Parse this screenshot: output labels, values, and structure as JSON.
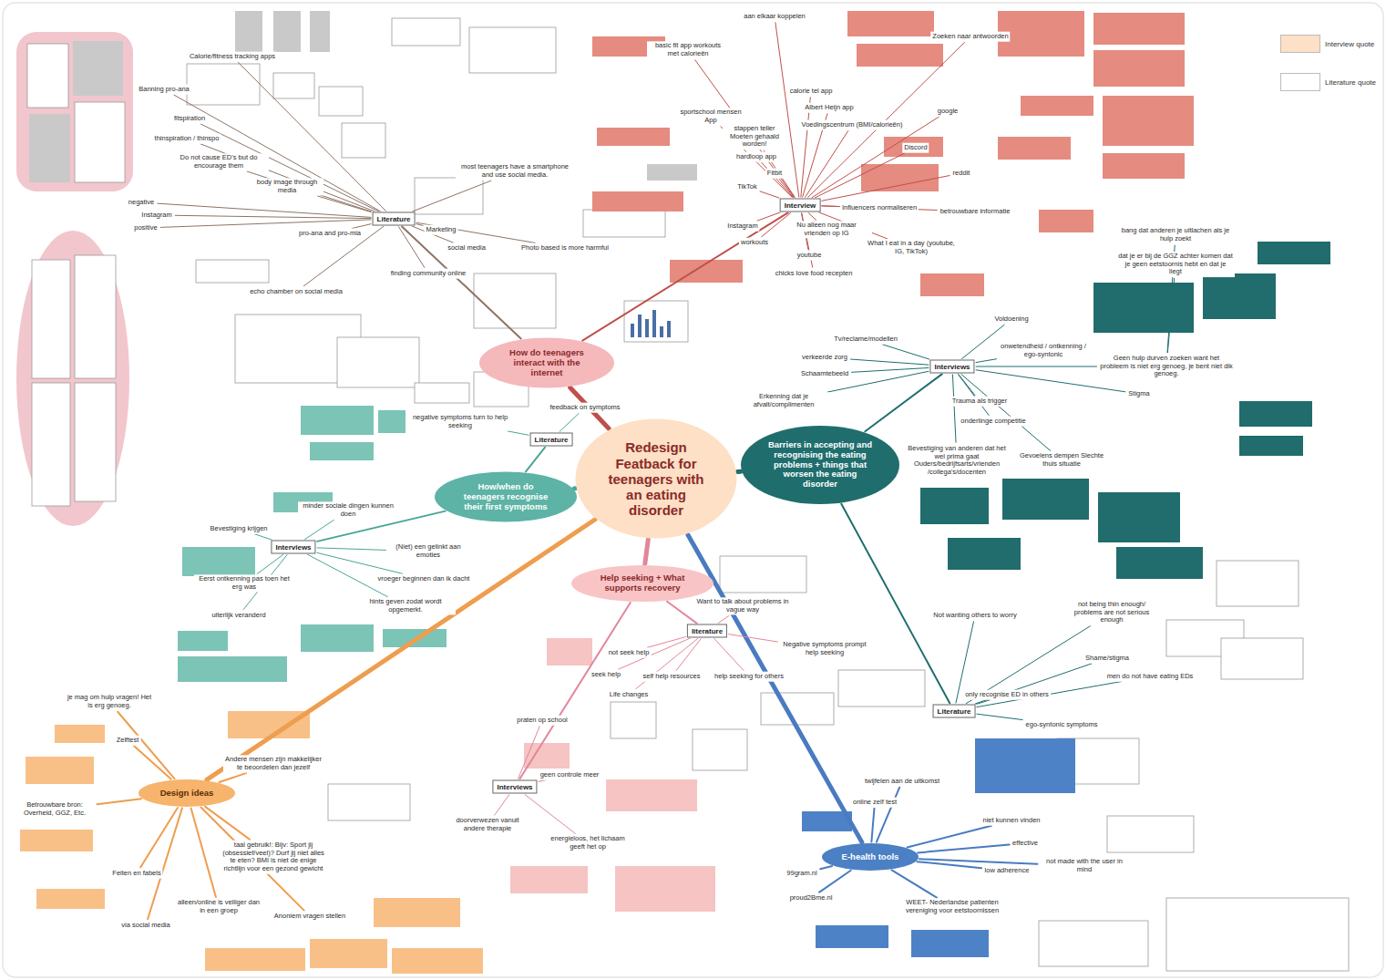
{
  "diagram": {
    "nodes": [
      {
        "text": [
          "Redesign Featback for teenagers with an eating disorder"
        ]
      },
      {
        "text": [
          "How do teenagers interact with the internet"
        ]
      },
      {
        "text": [
          "How/when do teenagers recognise their first symptoms"
        ]
      },
      {
        "text": [
          "Help seeking + What supports recovery"
        ]
      },
      {
        "text": [
          "Barriers in accepting and recognising the eating problems + things that worsen the eating disorder"
        ]
      },
      {
        "text": [
          "E-health tools"
        ]
      },
      {
        "text": [
          "Design ideas"
        ]
      },
      {
        "text": [
          "Interview"
        ]
      },
      {
        "text": [
          "Literature"
        ]
      },
      {
        "text": [
          "Interviews"
        ]
      },
      {
        "text": [
          "Literature"
        ]
      },
      {
        "text": [
          "Interviews"
        ]
      },
      {
        "text": [
          "Literature"
        ]
      },
      {
        "text": [
          "literature"
        ]
      },
      {
        "text": [
          "Interviews"
        ]
      },
      {
        "text": [
          "aan elkaar koppelen"
        ]
      },
      {
        "text": [
          "Zoeken naar antwoorden"
        ]
      },
      {
        "text": [
          "calorie tel app"
        ]
      },
      {
        "text": [
          "Albert Heijn app"
        ]
      },
      {
        "text": [
          "Voedingscentrum (BMI/calorieën)"
        ]
      },
      {
        "text": [
          "google"
        ]
      },
      {
        "text": [
          "Discord"
        ]
      },
      {
        "text": [
          "reddit"
        ]
      },
      {
        "text": [
          "TikTok"
        ]
      },
      {
        "text": [
          "Instagram"
        ]
      },
      {
        "text": [
          "youtube"
        ]
      },
      {
        "text": [
          "workouts"
        ]
      },
      {
        "text": [
          "chicks love food recepten"
        ]
      },
      {
        "text": [
          "What I eat in a day (youtube, IG, TikTok)"
        ]
      },
      {
        "text": [
          "Nu alleen nog maar vrienden op IG"
        ]
      },
      {
        "text": [
          "Influencers normaliseren"
        ]
      },
      {
        "text": [
          "betrouwbare informatie"
        ]
      },
      {
        "text": [
          "stappen teller Moeten gehaald worden!"
        ]
      },
      {
        "text": [
          "hardloop app"
        ]
      },
      {
        "text": [
          "Fitbit"
        ]
      },
      {
        "text": [
          "sportschool mensen App"
        ]
      },
      {
        "text": [
          "basic fit app workouts met calorieën"
        ]
      },
      {
        "text": [
          "Calorie/fitness tracking apps"
        ]
      },
      {
        "text": [
          "body image through media"
        ]
      },
      {
        "text": [
          "Do not cause ED's but do encourage them"
        ]
      },
      {
        "text": [
          "thinspiration / thinspo"
        ]
      },
      {
        "text": [
          "fitspiration"
        ]
      },
      {
        "text": [
          "Banning pro-ana"
        ]
      },
      {
        "text": [
          "negative"
        ]
      },
      {
        "text": [
          "Instagram"
        ]
      },
      {
        "text": [
          "positive"
        ]
      },
      {
        "text": [
          "pro-ana and pro-mia"
        ]
      },
      {
        "text": [
          "echo chamber on social media"
        ]
      },
      {
        "text": [
          "finding community online"
        ]
      },
      {
        "text": [
          "social media"
        ]
      },
      {
        "text": [
          "Marketing"
        ]
      },
      {
        "text": [
          "Photo based is more harmful"
        ]
      },
      {
        "text": [
          "most teenagers have a smartphone and use social media."
        ]
      },
      {
        "text": [
          "negative symptoms turn to help seeking"
        ]
      },
      {
        "text": [
          "feedback on symptoms"
        ]
      },
      {
        "text": [
          "Bevestiging krijgen"
        ]
      },
      {
        "text": [
          "minder sociale dingen kunnen doen"
        ]
      },
      {
        "text": [
          "Eerst ontkenning pas toen het erg was"
        ]
      },
      {
        "text": [
          "uiterlijk veranderd"
        ]
      },
      {
        "text": [
          "(Niet) een gelinkt aan emoties"
        ]
      },
      {
        "text": [
          "vroeger beginnen dan ik dacht"
        ]
      },
      {
        "text": [
          "hints geven zodat wordt opgemerkt."
        ]
      },
      {
        "text": [
          "not seek help"
        ]
      },
      {
        "text": [
          "seek help"
        ]
      },
      {
        "text": [
          "Life changes"
        ]
      },
      {
        "text": [
          "self help resources"
        ]
      },
      {
        "text": [
          "help seeking for others"
        ]
      },
      {
        "text": [
          "Want to talk about problems in vague way"
        ]
      },
      {
        "text": [
          "Negative symptoms prompt help seeking"
        ]
      },
      {
        "text": [
          "praten op school"
        ]
      },
      {
        "text": [
          "geen controle meer"
        ]
      },
      {
        "text": [
          "energieloos, het lichaam geeft het op"
        ]
      },
      {
        "text": [
          "doorverwezen vanuit andere therapie"
        ]
      },
      {
        "text": [
          "Tv/reclame/modellen"
        ]
      },
      {
        "text": [
          "verkeerde zorg"
        ]
      },
      {
        "text": [
          "Schaamtebeeld"
        ]
      },
      {
        "text": [
          "Erkenning dat je afvalt/complimenten"
        ]
      },
      {
        "text": [
          "Voldoening"
        ]
      },
      {
        "text": [
          "onwetendheid / ontkenning / ego-syntonic"
        ]
      },
      {
        "text": [
          "Geen hulp durven zoeken want het probleem is niet erg genoeg, je bent niet dik genoeg."
        ]
      },
      {
        "text": [
          "Stigma"
        ]
      },
      {
        "text": [
          "Trauma als trigger"
        ]
      },
      {
        "text": [
          "onderlinge competitie"
        ]
      },
      {
        "text": [
          "Bevestiging van anderen dat het wel prima gaat Ouders/bedrijfsarts/vrienden /collega's/docenten"
        ]
      },
      {
        "text": [
          "Gevoelens dempen Slechte thuis situatie"
        ]
      },
      {
        "text": [
          "bang dat anderen je uitlachen als je hulp zoekt"
        ]
      },
      {
        "text": [
          "dat je er bij de GGZ achter komen dat je geen eetstoornis hebt en dat je liegt"
        ]
      },
      {
        "text": [
          "Not wanting others to worry"
        ]
      },
      {
        "text": [
          "not being thin enough/ problems are not serious enough"
        ]
      },
      {
        "text": [
          "Shame/stigma"
        ]
      },
      {
        "text": [
          "men do not have eating EDs"
        ]
      },
      {
        "text": [
          "only recognise ED in others"
        ]
      },
      {
        "text": [
          "ego-syntonic symptoms"
        ]
      },
      {
        "text": [
          "twijfelen aan de uitkomst"
        ]
      },
      {
        "text": [
          "online zelf test"
        ]
      },
      {
        "text": [
          "99gram.nl"
        ]
      },
      {
        "text": [
          "proud2Bme.nl"
        ]
      },
      {
        "text": [
          "WEET- Nederlandse patienten vereniging voor eetstoornissen"
        ]
      },
      {
        "text": [
          "niet kunnen vinden"
        ]
      },
      {
        "text": [
          "effective"
        ]
      },
      {
        "text": [
          "low adherence"
        ]
      },
      {
        "text": [
          "not made with the user in mind"
        ]
      },
      {
        "text": [
          "Zelftest"
        ]
      },
      {
        "text": [
          "je mag om hulp vragen! Het is erg genoeg."
        ]
      },
      {
        "text": [
          "Betrouwbare bron: Overheid, GGZ, Etc."
        ]
      },
      {
        "text": [
          "Feiten en fabels"
        ]
      },
      {
        "text": [
          "Andere mensen zijn makkelijker te beoordelen dan jezelf"
        ]
      },
      {
        "text": [
          "taal gebruik!: Bijv: Sport jij (obsessief/veel)? Durf jij niet alles te eten? BMI is niet de enige richtlijn voor een gezond gewicht"
        ]
      },
      {
        "text": [
          "alleen/online is veiliger dan in een groep"
        ]
      },
      {
        "text": [
          "via social media"
        ]
      },
      {
        "text": [
          "Anoniem vragen stellen"
        ]
      }
    ],
    "edges": [
      {
        "from": 0,
        "to": 1,
        "arrow": "none"
      },
      {
        "from": 0,
        "to": 2,
        "arrow": "none"
      },
      {
        "from": 0,
        "to": 3,
        "arrow": "none"
      },
      {
        "from": 0,
        "to": 4,
        "arrow": "none"
      },
      {
        "from": 0,
        "to": 5,
        "arrow": "none"
      },
      {
        "from": 0,
        "to": 6,
        "arrow": "none"
      },
      {
        "from": 1,
        "to": 7,
        "arrow": "none"
      },
      {
        "from": 1,
        "to": 8,
        "arrow": "none"
      },
      {
        "from": 2,
        "to": 11,
        "arrow": "none"
      },
      {
        "from": 2,
        "to": 12,
        "arrow": "none"
      },
      {
        "from": 3,
        "to": 13,
        "arrow": "none"
      },
      {
        "from": 3,
        "to": 14,
        "arrow": "none"
      },
      {
        "from": 4,
        "to": 9,
        "arrow": "none"
      },
      {
        "from": 4,
        "to": 10,
        "arrow": "none"
      },
      {
        "from": 7,
        "to": 15,
        "arrow": "none"
      },
      {
        "from": 7,
        "to": 16,
        "arrow": "none"
      },
      {
        "from": 7,
        "to": 17,
        "arrow": "none"
      },
      {
        "from": 7,
        "to": 18,
        "arrow": "none"
      },
      {
        "from": 7,
        "to": 19,
        "arrow": "none"
      },
      {
        "from": 7,
        "to": 20,
        "arrow": "none"
      },
      {
        "from": 7,
        "to": 21,
        "arrow": "none"
      },
      {
        "from": 7,
        "to": 22,
        "arrow": "none"
      },
      {
        "from": 7,
        "to": 23,
        "arrow": "none"
      },
      {
        "from": 7,
        "to": 24,
        "arrow": "none"
      },
      {
        "from": 7,
        "to": 25,
        "arrow": "none"
      },
      {
        "from": 7,
        "to": 26,
        "arrow": "none"
      },
      {
        "from": 7,
        "to": 27,
        "arrow": "none"
      },
      {
        "from": 7,
        "to": 28,
        "arrow": "none"
      },
      {
        "from": 7,
        "to": 29,
        "arrow": "none"
      },
      {
        "from": 7,
        "to": 30,
        "arrow": "none"
      },
      {
        "from": 7,
        "to": 31,
        "arrow": "none"
      },
      {
        "from": 7,
        "to": 32,
        "arrow": "none"
      },
      {
        "from": 7,
        "to": 33,
        "arrow": "none"
      },
      {
        "from": 7,
        "to": 34,
        "arrow": "none"
      },
      {
        "from": 7,
        "to": 35,
        "arrow": "none"
      },
      {
        "from": 7,
        "to": 36,
        "arrow": "none"
      },
      {
        "from": 8,
        "to": 37,
        "arrow": "none"
      },
      {
        "from": 8,
        "to": 38,
        "arrow": "none"
      },
      {
        "from": 8,
        "to": 39,
        "arrow": "none"
      },
      {
        "from": 8,
        "to": 40,
        "arrow": "none"
      },
      {
        "from": 8,
        "to": 41,
        "arrow": "none"
      },
      {
        "from": 8,
        "to": 42,
        "arrow": "none"
      },
      {
        "from": 8,
        "to": 43,
        "arrow": "none"
      },
      {
        "from": 8,
        "to": 44,
        "arrow": "none"
      },
      {
        "from": 8,
        "to": 45,
        "arrow": "none"
      },
      {
        "from": 8,
        "to": 46,
        "arrow": "none"
      },
      {
        "from": 8,
        "to": 47,
        "arrow": "none"
      },
      {
        "from": 8,
        "to": 48,
        "arrow": "none"
      },
      {
        "from": 8,
        "to": 49,
        "arrow": "none"
      },
      {
        "from": 8,
        "to": 50,
        "arrow": "none"
      },
      {
        "from": 8,
        "to": 51,
        "arrow": "none"
      },
      {
        "from": 8,
        "to": 52,
        "arrow": "none"
      },
      {
        "from": 12,
        "to": 53,
        "arrow": "none"
      },
      {
        "from": 12,
        "to": 54,
        "arrow": "none"
      },
      {
        "from": 11,
        "to": 55,
        "arrow": "none"
      },
      {
        "from": 11,
        "to": 56,
        "arrow": "none"
      },
      {
        "from": 11,
        "to": 57,
        "arrow": "none"
      },
      {
        "from": 11,
        "to": 58,
        "arrow": "none"
      },
      {
        "from": 11,
        "to": 59,
        "arrow": "none"
      },
      {
        "from": 11,
        "to": 60,
        "arrow": "none"
      },
      {
        "from": 11,
        "to": 61,
        "arrow": "none"
      },
      {
        "from": 13,
        "to": 62,
        "arrow": "none"
      },
      {
        "from": 13,
        "to": 63,
        "arrow": "none"
      },
      {
        "from": 13,
        "to": 64,
        "arrow": "none"
      },
      {
        "from": 13,
        "to": 65,
        "arrow": "none"
      },
      {
        "from": 13,
        "to": 66,
        "arrow": "none"
      },
      {
        "from": 13,
        "to": 67,
        "arrow": "none"
      },
      {
        "from": 13,
        "to": 68,
        "arrow": "none"
      },
      {
        "from": 14,
        "to": 69,
        "arrow": "none"
      },
      {
        "from": 14,
        "to": 70,
        "arrow": "none"
      },
      {
        "from": 14,
        "to": 71,
        "arrow": "none"
      },
      {
        "from": 14,
        "to": 72,
        "arrow": "none"
      },
      {
        "from": 9,
        "to": 73,
        "arrow": "none"
      },
      {
        "from": 9,
        "to": 74,
        "arrow": "none"
      },
      {
        "from": 9,
        "to": 75,
        "arrow": "none"
      },
      {
        "from": 9,
        "to": 76,
        "arrow": "none"
      },
      {
        "from": 9,
        "to": 77,
        "arrow": "none"
      },
      {
        "from": 9,
        "to": 78,
        "arrow": "none"
      },
      {
        "from": 9,
        "to": 79,
        "arrow": "none"
      },
      {
        "from": 9,
        "to": 80,
        "arrow": "none"
      },
      {
        "from": 9,
        "to": 81,
        "arrow": "none"
      },
      {
        "from": 9,
        "to": 82,
        "arrow": "none"
      },
      {
        "from": 9,
        "to": 83,
        "arrow": "none"
      },
      {
        "from": 9,
        "to": 84,
        "arrow": "none"
      },
      {
        "from": 79,
        "to": 85,
        "arrow": "none"
      },
      {
        "from": 79,
        "to": 86,
        "arrow": "none"
      },
      {
        "from": 10,
        "to": 87,
        "arrow": "none"
      },
      {
        "from": 10,
        "to": 88,
        "arrow": "none"
      },
      {
        "from": 10,
        "to": 89,
        "arrow": "none"
      },
      {
        "from": 10,
        "to": 90,
        "arrow": "none"
      },
      {
        "from": 10,
        "to": 91,
        "arrow": "none"
      },
      {
        "from": 10,
        "to": 92,
        "arrow": "none"
      },
      {
        "from": 5,
        "to": 93,
        "arrow": "none"
      },
      {
        "from": 5,
        "to": 94,
        "arrow": "none"
      },
      {
        "from": 5,
        "to": 95,
        "arrow": "none"
      },
      {
        "from": 5,
        "to": 96,
        "arrow": "none"
      },
      {
        "from": 5,
        "to": 97,
        "arrow": "none"
      },
      {
        "from": 5,
        "to": 98,
        "arrow": "none"
      },
      {
        "from": 5,
        "to": 99,
        "arrow": "none"
      },
      {
        "from": 5,
        "to": 100,
        "arrow": "none"
      },
      {
        "from": 5,
        "to": 101,
        "arrow": "none"
      },
      {
        "from": 6,
        "to": 102,
        "arrow": "none"
      },
      {
        "from": 6,
        "to": 103,
        "arrow": "none"
      },
      {
        "from": 6,
        "to": 104,
        "arrow": "none"
      },
      {
        "from": 6,
        "to": 105,
        "arrow": "none"
      },
      {
        "from": 6,
        "to": 106,
        "arrow": "none"
      },
      {
        "from": 6,
        "to": 107,
        "arrow": "none"
      },
      {
        "from": 6,
        "to": 108,
        "arrow": "none"
      },
      {
        "from": 6,
        "to": 109,
        "arrow": "none"
      },
      {
        "from": 6,
        "to": 110,
        "arrow": "none"
      }
    ],
    "legend": [
      {
        "text": "Interview quote",
        "color": "#fde0c5"
      },
      {
        "text": "Literature quote",
        "color": "#ffffff"
      }
    ]
  }
}
